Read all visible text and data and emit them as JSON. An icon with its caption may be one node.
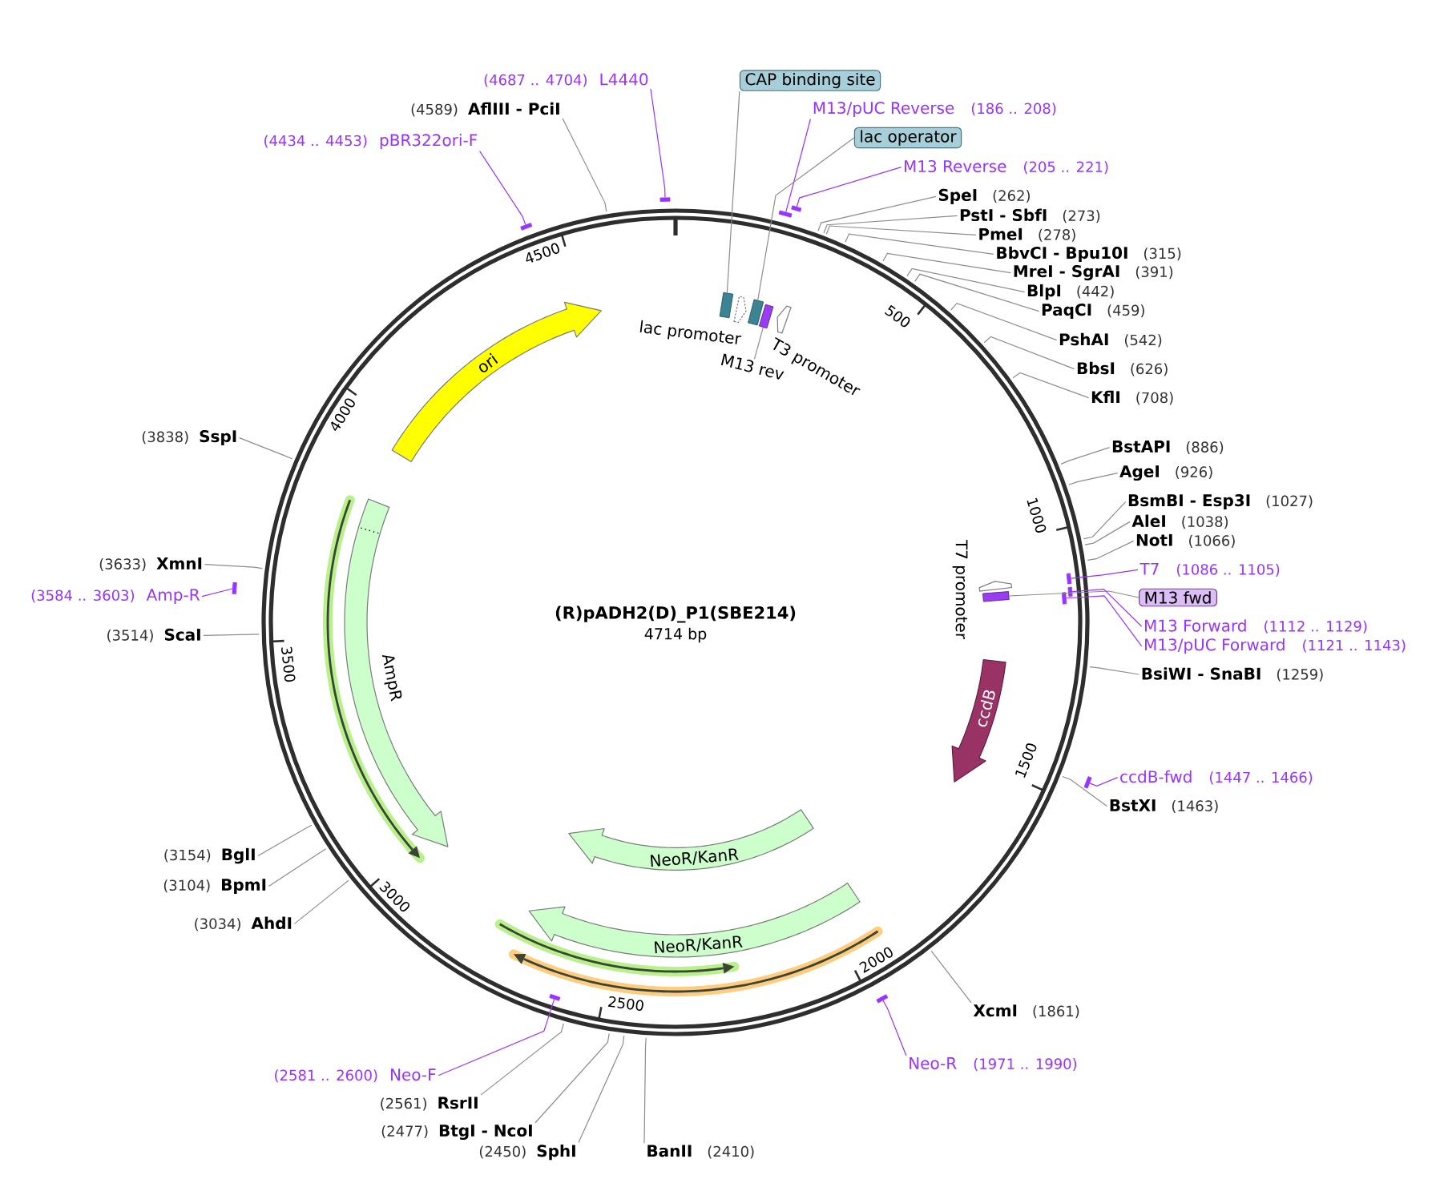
{
  "diagram": {
    "title": "(R)pADH2(D)_P1(SBE214)",
    "nodes": [
      {
        "text": [
          "CAP binding site"
        ]
      },
      {
        "text": [],
        "shape": "box"
      },
      {
        "text": [
          "M13/pUC Reverse",
          "(186 .. 208)"
        ]
      },
      {
        "text": [],
        "shape": "bar"
      },
      {
        "text": [
          "lac operator"
        ]
      },
      {
        "text": [],
        "shape": "box"
      },
      {
        "text": [
          "M13 Reverse",
          "(205 .. 221)"
        ]
      },
      {
        "text": [],
        "shape": "bar"
      },
      {
        "text": [
          "SpeI",
          "(262)"
        ]
      },
      {
        "text": [
          "PstI - SbfI",
          "(273)"
        ]
      },
      {
        "text": [
          "PmeI",
          "(278)"
        ]
      },
      {
        "text": [
          "BbvCI - Bpu10I",
          "(315)"
        ]
      },
      {
        "text": [
          "MreI - SgrAI",
          "(391)"
        ]
      },
      {
        "text": [
          "BlpI",
          "(442)"
        ]
      },
      {
        "text": [
          "PaqCI",
          "(459)"
        ]
      },
      {
        "text": [
          "PshAI",
          "(542)"
        ]
      },
      {
        "text": [
          "BbsI",
          "(626)"
        ]
      },
      {
        "text": [
          "KflI",
          "(708)"
        ]
      },
      {
        "text": [
          "BstAPI",
          "(886)"
        ]
      },
      {
        "text": [
          "AgeI",
          "(926)"
        ]
      },
      {
        "text": [
          "BsmBI - Esp3I",
          "(1027)"
        ]
      },
      {
        "text": [
          "AleI",
          "(1038)"
        ]
      },
      {
        "text": [
          "NotI",
          "(1066)"
        ]
      },
      {
        "text": [
          "T7",
          "(1086 .. 1105)"
        ]
      },
      {
        "text": [],
        "shape": "bar"
      },
      {
        "text": [
          "M13 fwd"
        ]
      },
      {
        "text": [],
        "shape": "box"
      },
      {
        "text": [
          "M13 Forward",
          "(1112 .. 1129)"
        ]
      },
      {
        "text": [],
        "shape": "bar"
      },
      {
        "text": [
          "M13/pUC Forward",
          "(1121 .. 1143)"
        ]
      },
      {
        "text": [],
        "shape": "bar"
      },
      {
        "text": [
          "BsiWI - SnaBI",
          "(1259)"
        ]
      },
      {
        "text": [
          "ccdB-fwd",
          "(1447 .. 1466)"
        ]
      },
      {
        "text": [],
        "shape": "bar"
      },
      {
        "text": [
          "BstXI",
          "(1463)"
        ]
      },
      {
        "text": [
          "XcmI",
          "(1861)"
        ]
      },
      {
        "text": [
          "Neo-R",
          "(1971 .. 1990)"
        ]
      },
      {
        "text": [],
        "shape": "bar"
      },
      {
        "text": [
          "BanII",
          "(2410)"
        ]
      },
      {
        "text": [
          "(2450)",
          "SphI"
        ]
      },
      {
        "text": [
          "(2477)",
          "BtgI - NcoI"
        ]
      },
      {
        "text": [
          "(2561)",
          "RsrII"
        ]
      },
      {
        "text": [
          "(2581 .. 2600)",
          "Neo-F"
        ]
      },
      {
        "text": [],
        "shape": "bar"
      },
      {
        "text": [
          "(3034)",
          "AhdI"
        ]
      },
      {
        "text": [
          "(3104)",
          "BpmI"
        ]
      },
      {
        "text": [
          "(3154)",
          "BglI"
        ]
      },
      {
        "text": [
          "(3514)",
          "ScaI"
        ]
      },
      {
        "text": [
          "(3584 .. 3603)",
          "Amp-R"
        ]
      },
      {
        "text": [],
        "shape": "bar"
      },
      {
        "text": [
          "(3633)",
          "XmnI"
        ]
      },
      {
        "text": [
          "(3838)",
          "SspI"
        ]
      },
      {
        "text": [
          "(4434 .. 4453)",
          "pBR322ori-F"
        ]
      },
      {
        "text": [],
        "shape": "bar"
      },
      {
        "text": [
          "(4589)",
          "AflIII - PciI"
        ]
      },
      {
        "text": [
          "(4687 .. 4704)",
          "L4440"
        ]
      },
      {
        "text": [],
        "shape": "bar"
      },
      {
        "text": [
          "ori"
        ]
      },
      {
        "text": [
          "AmpR"
        ]
      },
      {
        "text": [
          "NeoR/KanR"
        ]
      },
      {
        "text": [
          "NeoR/KanR"
        ]
      },
      {
        "text": [
          "ccdB"
        ]
      },
      {
        "text": [
          "M13 rev"
        ]
      },
      {
        "text": [],
        "shape": "box"
      }
    ],
    "edges": [
      {
        "from": 0,
        "to": 1,
        "arrow": "none"
      },
      {
        "from": 2,
        "to": 3,
        "arrow": "none",
        "color": "#9933ff"
      },
      {
        "from": 4,
        "to": 5,
        "arrow": "none"
      },
      {
        "from": 6,
        "to": 7,
        "arrow": "none",
        "color": "#9933ff"
      },
      {
        "from": 8,
        "to": null,
        "arrow": "none"
      },
      {
        "from": 9,
        "to": null,
        "arrow": "none"
      },
      {
        "from": 10,
        "to": null,
        "arrow": "none"
      },
      {
        "from": 11,
        "to": null,
        "arrow": "none"
      },
      {
        "from": 12,
        "to": null,
        "arrow": "none"
      },
      {
        "from": 13,
        "to": null,
        "arrow": "none"
      },
      {
        "from": 14,
        "to": null,
        "arrow": "none"
      },
      {
        "from": 15,
        "to": null,
        "arrow": "none"
      },
      {
        "from": 16,
        "to": null,
        "arrow": "none"
      },
      {
        "from": 17,
        "to": null,
        "arrow": "none"
      },
      {
        "from": 18,
        "to": null,
        "arrow": "none"
      },
      {
        "from": 19,
        "to": null,
        "arrow": "none"
      },
      {
        "from": 20,
        "to": null,
        "arrow": "none"
      },
      {
        "from": 21,
        "to": null,
        "arrow": "none"
      },
      {
        "from": 22,
        "to": null,
        "arrow": "none"
      },
      {
        "from": 23,
        "to": 24,
        "arrow": "none",
        "color": "#9933ff"
      },
      {
        "from": 25,
        "to": 26,
        "arrow": "none"
      },
      {
        "from": 27,
        "to": 28,
        "arrow": "none",
        "color": "#9933ff"
      },
      {
        "from": 29,
        "to": 30,
        "arrow": "none",
        "color": "#9933ff"
      },
      {
        "from": 31,
        "to": null,
        "arrow": "none"
      },
      {
        "from": 32,
        "to": 33,
        "arrow": "none",
        "color": "#9933ff"
      },
      {
        "from": 34,
        "to": null,
        "arrow": "none"
      },
      {
        "from": 35,
        "to": null,
        "arrow": "none"
      },
      {
        "from": 36,
        "to": 37,
        "arrow": "none",
        "color": "#9933ff"
      },
      {
        "from": 38,
        "to": null,
        "arrow": "none"
      },
      {
        "from": 39,
        "to": null,
        "arrow": "none"
      },
      {
        "from": 40,
        "to": null,
        "arrow": "none"
      },
      {
        "from": 41,
        "to": null,
        "arrow": "none"
      },
      {
        "from": 42,
        "to": 43,
        "arrow": "none",
        "color": "#9933ff"
      },
      {
        "from": 44,
        "to": null,
        "arrow": "none"
      },
      {
        "from": 45,
        "to": null,
        "arrow": "none"
      },
      {
        "from": 46,
        "to": null,
        "arrow": "none"
      },
      {
        "from": 47,
        "to": null,
        "arrow": "none"
      },
      {
        "from": 48,
        "to": 49,
        "arrow": "none",
        "color": "#9933ff"
      },
      {
        "from": 50,
        "to": null,
        "arrow": "none"
      },
      {
        "from": 51,
        "to": null,
        "arrow": "none"
      },
      {
        "from": 52,
        "to": 53,
        "arrow": "none",
        "color": "#9933ff"
      },
      {
        "from": 54,
        "to": null,
        "arrow": "none"
      },
      {
        "from": 55,
        "to": 56,
        "arrow": "none",
        "color": "#9933ff"
      },
      {
        "from": 62,
        "to": 63,
        "arrow": "none"
      }
    ],
    "labels": [
      "4714 bp",
      "500",
      "1000",
      "1500",
      "2000",
      "2500",
      "3000",
      "3500",
      "4000",
      "4500",
      "lac promoter",
      "T3 promoter",
      "T7 promoter"
    ]
  }
}
